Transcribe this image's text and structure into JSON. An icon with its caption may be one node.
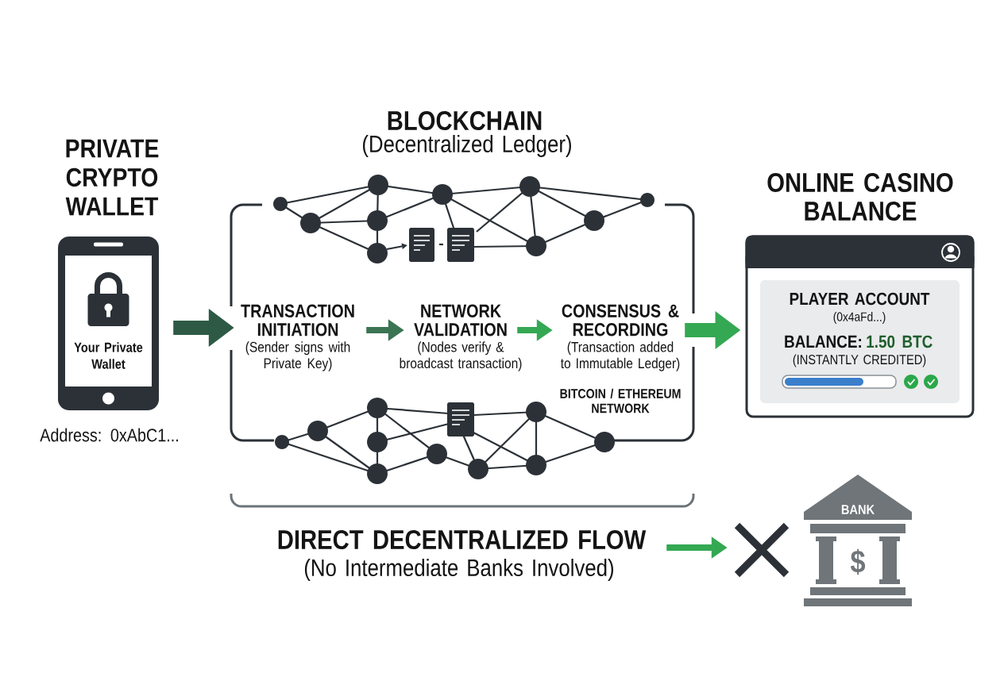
{
  "diagram": {
    "nodes": [
      {
        "text": [
          "PRIVATE CRYPTO WALLET",
          "Your Private Wallet"
        ],
        "beside": [
          "Address: 0xAbC1..."
        ]
      },
      {
        "text": [
          "BLOCKCHAIN",
          "(Decentralized Ledger)"
        ]
      },
      {
        "text": [
          "TRANSACTION INITIATION",
          "(Sender signs with Private Key)"
        ],
        "in": 1
      },
      {
        "text": [
          "NETWORK VALIDATION",
          "(Nodes verify & broadcast transaction)"
        ],
        "in": 1
      },
      {
        "text": [
          "CONSENSUS & RECORDING",
          "(Transaction added to Immutable Ledger)"
        ],
        "in": 1
      },
      {
        "text": [
          "ONLINE CASINO BALANCE"
        ]
      },
      {
        "text": [
          "PLAYER ACCOUNT",
          "(0x4aFd...)",
          "BALANCE:",
          "1.50 BTC",
          "(INSTANTLY CREDITED)"
        ],
        "in": 5
      },
      {
        "text": [
          "DIRECT DECENTRALIZED FLOW",
          "(No Intermediate Banks Involved)"
        ]
      },
      {
        "text": [],
        "shape": "cross"
      },
      {
        "text": [
          "BANK",
          "$"
        ]
      }
    ],
    "edges": [
      {
        "from": 0,
        "to": 2,
        "arrow": "to",
        "style": "thick",
        "color": "#2e5a45"
      },
      {
        "from": 2,
        "to": 3,
        "arrow": "to",
        "color": "#3b7553"
      },
      {
        "from": 3,
        "to": 4,
        "arrow": "to"
      },
      {
        "from": 4,
        "to": 5,
        "arrow": "to",
        "style": "thick"
      },
      {
        "from": 7,
        "to": 8,
        "arrow": "to"
      }
    ],
    "labels": [
      "BITCOIN / ETHEREUM NETWORK"
    ]
  }
}
